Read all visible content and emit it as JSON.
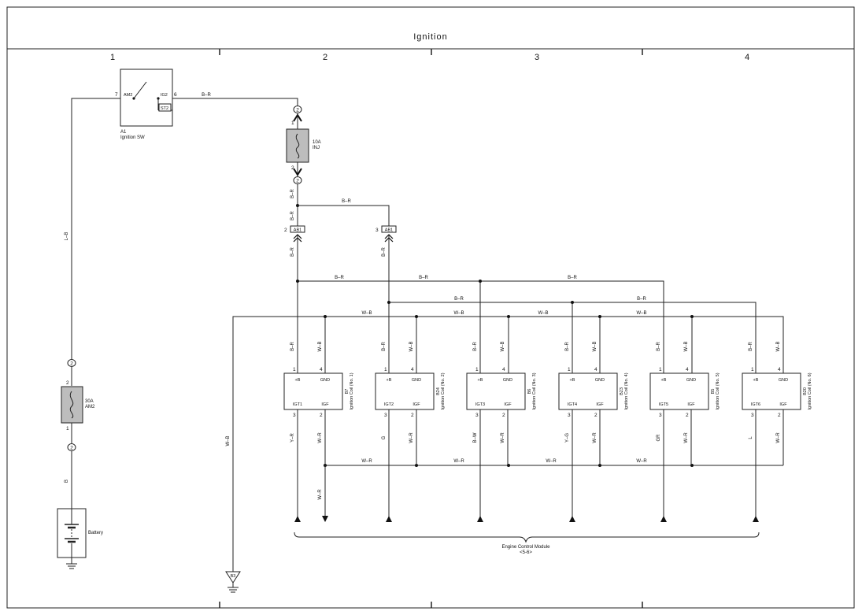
{
  "title": "Ignition",
  "columns": [
    "1",
    "2",
    "3",
    "4"
  ],
  "ignition_switch": {
    "id": "A1",
    "name": "Ignition SW",
    "pin_am2": "AM2",
    "pin_ig2": "IG2",
    "pin_st2": "ST2",
    "pin_left_num": "7",
    "pin_right_num": "6"
  },
  "fuse_inj": {
    "rating": "10A",
    "name": "INJ",
    "pin_top": "1",
    "pin_bottom": "2"
  },
  "fuse_am2": {
    "rating": "30A",
    "name": "AM2",
    "pin_top": "2",
    "pin_bottom": "1"
  },
  "junction_label": "2",
  "connector_ab1": {
    "name": "AB1",
    "pin_left": "2",
    "pin_right": "3"
  },
  "battery": {
    "name": "Battery"
  },
  "ground": {
    "name": "B3"
  },
  "ecm": {
    "name": "Engine Control Module",
    "sub": "<5-6>"
  },
  "wire_colors": {
    "br": "B–R",
    "lb": "L–B",
    "b": "B",
    "wb": "W–B",
    "wr": "W–R",
    "yr": "Y–R",
    "g": "G",
    "bw": "B–W",
    "yg": "Y–G",
    "gr": "GR",
    "l": "L"
  },
  "coils": [
    {
      "id": "B7",
      "name": "Ignition Coil (No. 1)",
      "plus_b": "+B",
      "gnd": "GND",
      "igt": "IGT1",
      "igf": "IGF",
      "pin1": "1",
      "pin4": "4",
      "pin3": "3",
      "pin2": "2",
      "igt_wire": "Y–R"
    },
    {
      "id": "B24",
      "name": "Ignition Coil (No. 2)",
      "plus_b": "+B",
      "gnd": "GND",
      "igt": "IGT2",
      "igf": "IGF",
      "pin1": "1",
      "pin4": "4",
      "pin3": "3",
      "pin2": "2",
      "igt_wire": "G"
    },
    {
      "id": "B6",
      "name": "Ignition Coil (No. 3)",
      "plus_b": "+B",
      "gnd": "GND",
      "igt": "IGT3",
      "igf": "IGF",
      "pin1": "1",
      "pin4": "4",
      "pin3": "3",
      "pin2": "2",
      "igt_wire": "B–W"
    },
    {
      "id": "B23",
      "name": "Ignition Coil (No. 4)",
      "plus_b": "+B",
      "gnd": "GND",
      "igt": "IGT4",
      "igf": "IGF",
      "pin1": "1",
      "pin4": "4",
      "pin3": "3",
      "pin2": "2",
      "igt_wire": "Y–G"
    },
    {
      "id": "B5",
      "name": "Ignition Coil (No. 5)",
      "plus_b": "+B",
      "gnd": "GND",
      "igt": "IGT5",
      "igf": "IGF",
      "pin1": "1",
      "pin4": "4",
      "pin3": "3",
      "pin2": "2",
      "igt_wire": "GR"
    },
    {
      "id": "B20",
      "name": "Ignition Coil (No. 6)",
      "plus_b": "+B",
      "gnd": "GND",
      "igt": "IGT6",
      "igf": "IGF",
      "pin1": "1",
      "pin4": "4",
      "pin3": "3",
      "pin2": "2",
      "igt_wire": "L"
    }
  ]
}
